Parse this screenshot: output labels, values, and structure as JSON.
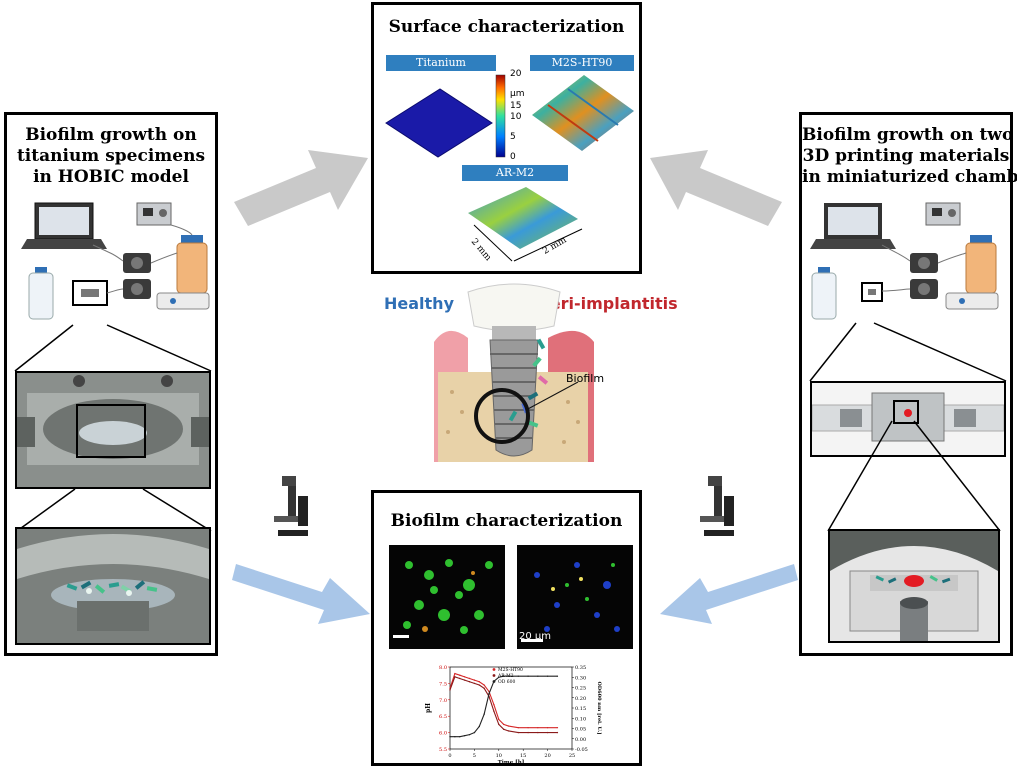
{
  "left_panel": {
    "title_lines": [
      "Biofilm growth on",
      "titanium specimens",
      "in HOBIC model"
    ]
  },
  "right_panel": {
    "title_lines": [
      "Biofilm growth on two",
      "3D printing materials",
      "in miniaturized chambers"
    ]
  },
  "surface_panel": {
    "title": "Surface characterization",
    "labels": {
      "titanium": "Titanium",
      "m2s": "M2S-HT90",
      "arm2": "AR-M2"
    },
    "scale": {
      "unit": "µm",
      "ticks": [
        "20",
        "15",
        "10",
        "5",
        "0"
      ]
    },
    "dimension_labels": [
      "2 mm",
      "2 mm"
    ]
  },
  "center": {
    "healthy": "Healthy",
    "peri": "Peri-implantitis",
    "biofilm": "Biofilm",
    "colors": {
      "healthy": "#2f6fb5",
      "peri": "#c1272d"
    }
  },
  "biofilm_panel": {
    "title": "Biofilm characterization",
    "scalebar": "20 µm",
    "chart_data": {
      "type": "line",
      "xlabel": "Time [h]",
      "ylabel_left": "pH",
      "ylabel_right": "OD600 nm [rel. U.]",
      "x_ticks": [
        "0",
        "5",
        "10",
        "15",
        "20",
        "25"
      ],
      "yleft_ticks": [
        "5.5",
        "6.0",
        "6.5",
        "7.0",
        "7.5",
        "8.0"
      ],
      "yright_ticks": [
        "-0.05",
        "0.00",
        "0.05",
        "0.10",
        "0.15",
        "0.20",
        "0.25",
        "0.30",
        "0.35"
      ],
      "xlim": [
        0,
        25
      ],
      "ylim_left": [
        5.5,
        8.0
      ],
      "ylim_right": [
        -0.05,
        0.35
      ],
      "legend": [
        "M2S-HT90",
        "AR-M2",
        "OD 600"
      ],
      "series": [
        {
          "name": "M2S-HT90",
          "axis": "left",
          "color": "#d62728",
          "x": [
            0,
            1,
            2,
            3,
            4,
            5,
            6,
            7,
            8,
            9,
            10,
            11,
            12,
            14,
            16,
            18,
            20,
            22
          ],
          "y": [
            7.35,
            7.8,
            7.75,
            7.7,
            7.65,
            7.6,
            7.55,
            7.45,
            7.25,
            6.85,
            6.4,
            6.25,
            6.2,
            6.15,
            6.15,
            6.15,
            6.15,
            6.15
          ]
        },
        {
          "name": "AR-M2",
          "axis": "left",
          "color": "#8b1a1a",
          "x": [
            0,
            1,
            2,
            3,
            4,
            5,
            6,
            7,
            8,
            9,
            10,
            11,
            12,
            14,
            16,
            18,
            20,
            22
          ],
          "y": [
            7.3,
            7.7,
            7.65,
            7.6,
            7.55,
            7.5,
            7.45,
            7.35,
            7.1,
            6.65,
            6.25,
            6.1,
            6.05,
            6.0,
            6.0,
            6.0,
            6.0,
            6.0
          ]
        },
        {
          "name": "OD 600",
          "axis": "right",
          "color": "#222222",
          "x": [
            0,
            1,
            2,
            3,
            4,
            5,
            6,
            7,
            8,
            9,
            10,
            11,
            12,
            14,
            16,
            18,
            20,
            22
          ],
          "y": [
            0.01,
            0.01,
            0.01,
            0.015,
            0.02,
            0.03,
            0.06,
            0.12,
            0.22,
            0.28,
            0.3,
            0.305,
            0.305,
            0.305,
            0.305,
            0.305,
            0.305,
            0.305
          ]
        }
      ]
    }
  }
}
